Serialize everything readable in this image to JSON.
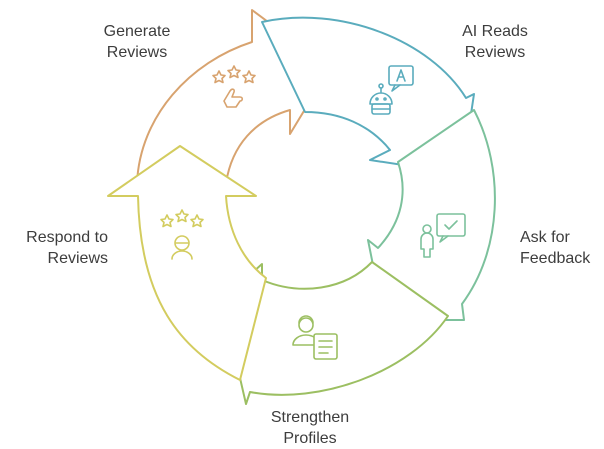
{
  "steps": [
    {
      "id": "generate",
      "label": "Generate\nReviews",
      "icon": "stars-hand-icon",
      "color": "#d8a36f"
    },
    {
      "id": "ai-reads",
      "label": "AI Reads\nReviews",
      "icon": "robot-icon",
      "color": "#5aacbd"
    },
    {
      "id": "ask",
      "label": "Ask for\nFeedback",
      "icon": "person-chat-icon",
      "color": "#7cc19c"
    },
    {
      "id": "strengthen",
      "label": "Strengthen\nProfiles",
      "icon": "profile-document-icon",
      "color": "#9cbf62"
    },
    {
      "id": "respond",
      "label": "Respond to\nReviews",
      "icon": "stars-person-icon",
      "color": "#d3cc5f"
    }
  ]
}
